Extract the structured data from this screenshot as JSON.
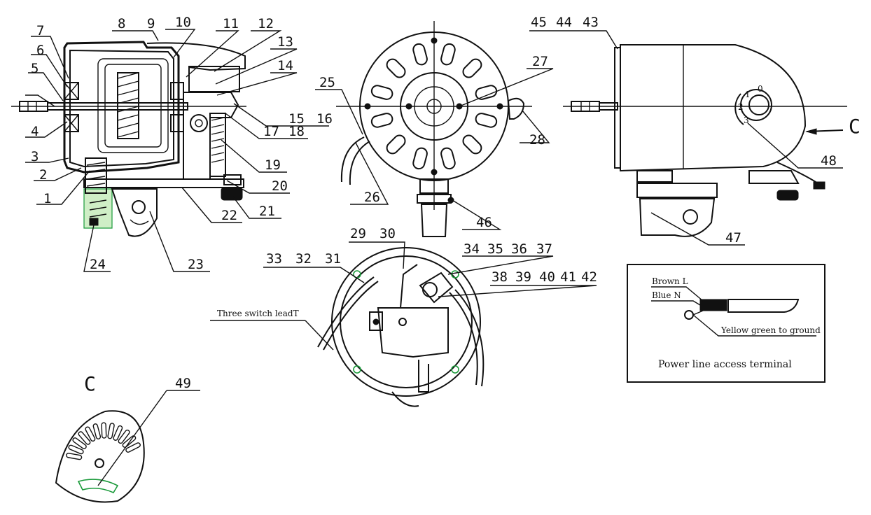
{
  "callouts": {
    "n1": "1",
    "n2": "2",
    "n3": "3",
    "n4": "4",
    "n5": "5",
    "n6": "6",
    "n7": "7",
    "n8": "8",
    "n9": "9",
    "n10": "10",
    "n11": "11",
    "n12": "12",
    "n13": "13",
    "n14": "14",
    "n15": "15",
    "n16": "16",
    "n17": "17",
    "n18": "18",
    "n19": "19",
    "n20": "20",
    "n21": "21",
    "n22": "22",
    "n23": "23",
    "n24": "24",
    "n25": "25",
    "n26": "26",
    "n27": "27",
    "n28": "28",
    "n29": "29",
    "n30": "30",
    "n31": "31",
    "n32": "32",
    "n33": "33",
    "n34": "34",
    "n35": "35",
    "n36": "36",
    "n37": "37",
    "n38": "38",
    "n39": "39",
    "n40": "40",
    "n41": "41",
    "n42": "42",
    "n43": "43",
    "n44": "44",
    "n45": "45",
    "n46": "46",
    "n47": "47",
    "n48": "48",
    "n49": "49"
  },
  "section_mark": "C",
  "section_mark_view": "C",
  "switch_positions": [
    "0",
    "1",
    "2",
    "3"
  ],
  "switch_lead_label": "Three switch leadT",
  "terminal": {
    "brown": "Brown L",
    "blue": "Blue N",
    "ground": "Yellow green to ground",
    "caption": "Power line access terminal"
  },
  "colors": {
    "line": "#111111",
    "highlight_stroke": "#1a9a3a",
    "highlight_fill": "#cfeec6"
  }
}
